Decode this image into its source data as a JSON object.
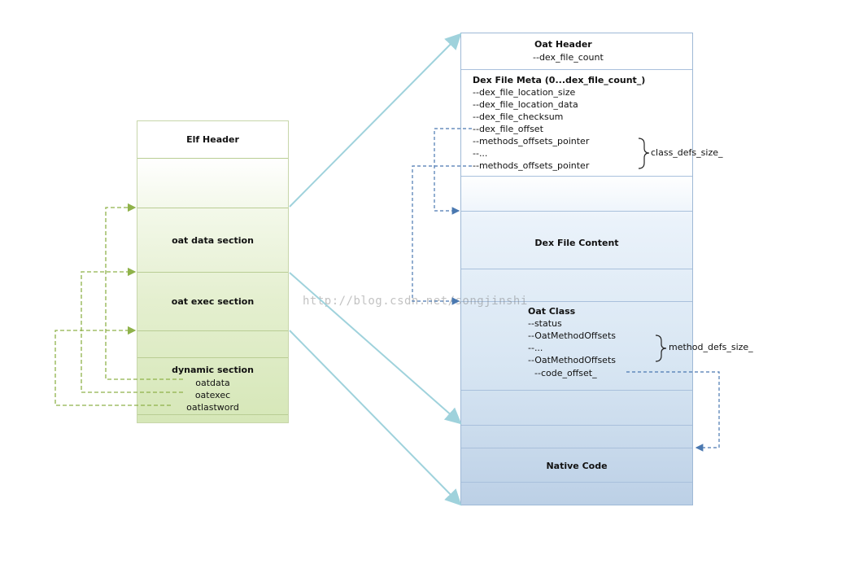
{
  "elf": {
    "header": "Elf Header",
    "oat_data_section": "oat data section",
    "oat_exec_section": "oat exec section",
    "dynamic_section": {
      "title": "dynamic section",
      "symbols": [
        "oatdata",
        "oatexec",
        "oatlastword"
      ]
    }
  },
  "oat": {
    "header": {
      "title": "Oat Header",
      "fields": [
        "--dex_file_count"
      ]
    },
    "dex_file_meta": {
      "title": "Dex File Meta (0...dex_file_count_)",
      "fields": [
        "--dex_file_location_size",
        "--dex_file_location_data",
        "--dex_file_checksum",
        "--dex_file_offset",
        "--methods_offsets_pointer",
        "--...",
        "--methods_offsets_pointer"
      ],
      "brace_label": "class_defs_size_"
    },
    "dex_file_content": "Dex File Content",
    "oat_class": {
      "title": "Oat Class",
      "fields": [
        "--status",
        "--OatMethodOffsets",
        "--...",
        "--OatMethodOffsets"
      ],
      "brace_label": "method_defs_size_",
      "code_offset": "--code_offset_"
    },
    "native_code": "Native Code"
  },
  "watermark": "http://blog.csdn.net/songjinshi",
  "colors": {
    "elf_border": "#b9cd94",
    "oat_border": "#a9c0dc",
    "green_arrow": "#8fb24a",
    "blue_arrow": "#4a78b0",
    "connector": "#9fd2dc"
  }
}
